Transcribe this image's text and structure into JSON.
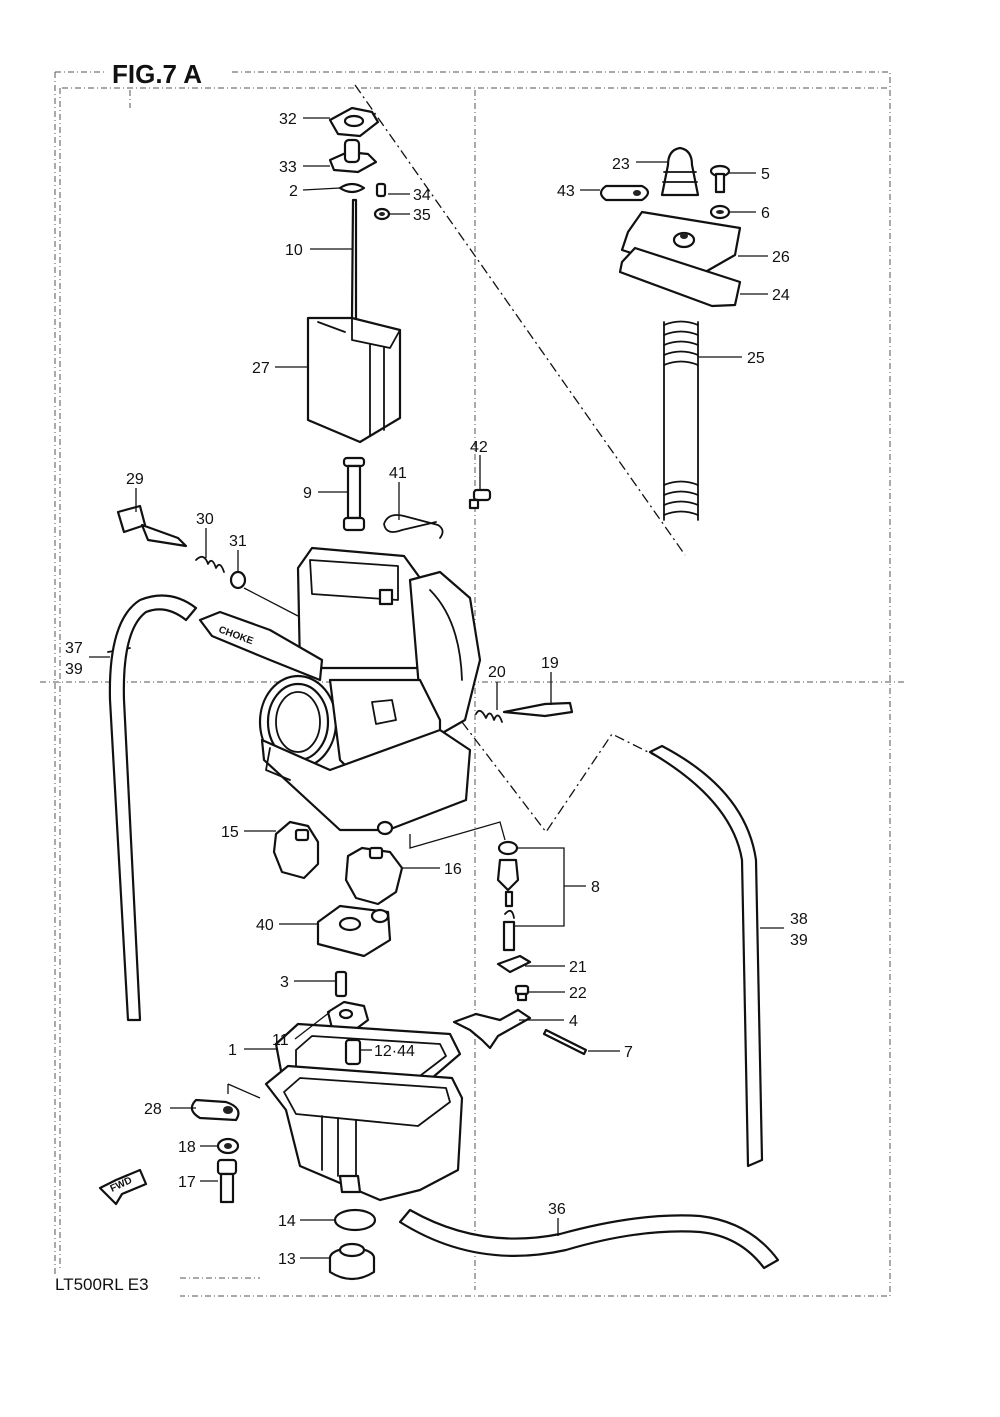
{
  "figure": {
    "title": "FIG.7 A",
    "model": "LT500RL  E3",
    "choke_text": "CHOKE",
    "fwd_text": "FWD"
  },
  "callouts": {
    "c1": "1",
    "c2": "2",
    "c3": "3",
    "c4": "4",
    "c5": "5",
    "c6": "6",
    "c7": "7",
    "c8": "8",
    "c9": "9",
    "c10": "10",
    "c11": "11",
    "c12_44": "12·44",
    "c13": "13",
    "c14": "14",
    "c15": "15",
    "c16": "16",
    "c17": "17",
    "c18": "18",
    "c19": "19",
    "c20": "20",
    "c21": "21",
    "c22": "22",
    "c23": "23",
    "c24": "24",
    "c25": "25",
    "c26": "26",
    "c27": "27",
    "c28": "28",
    "c29": "29",
    "c30": "30",
    "c31": "31",
    "c32": "32",
    "c33": "33",
    "c34": "34",
    "c35": "35",
    "c36": "36",
    "c37_a": "37",
    "c37_b": "39",
    "c38_a": "38",
    "c38_b": "39",
    "c41": "41",
    "c42": "42",
    "c40": "40",
    "c43": "43"
  }
}
